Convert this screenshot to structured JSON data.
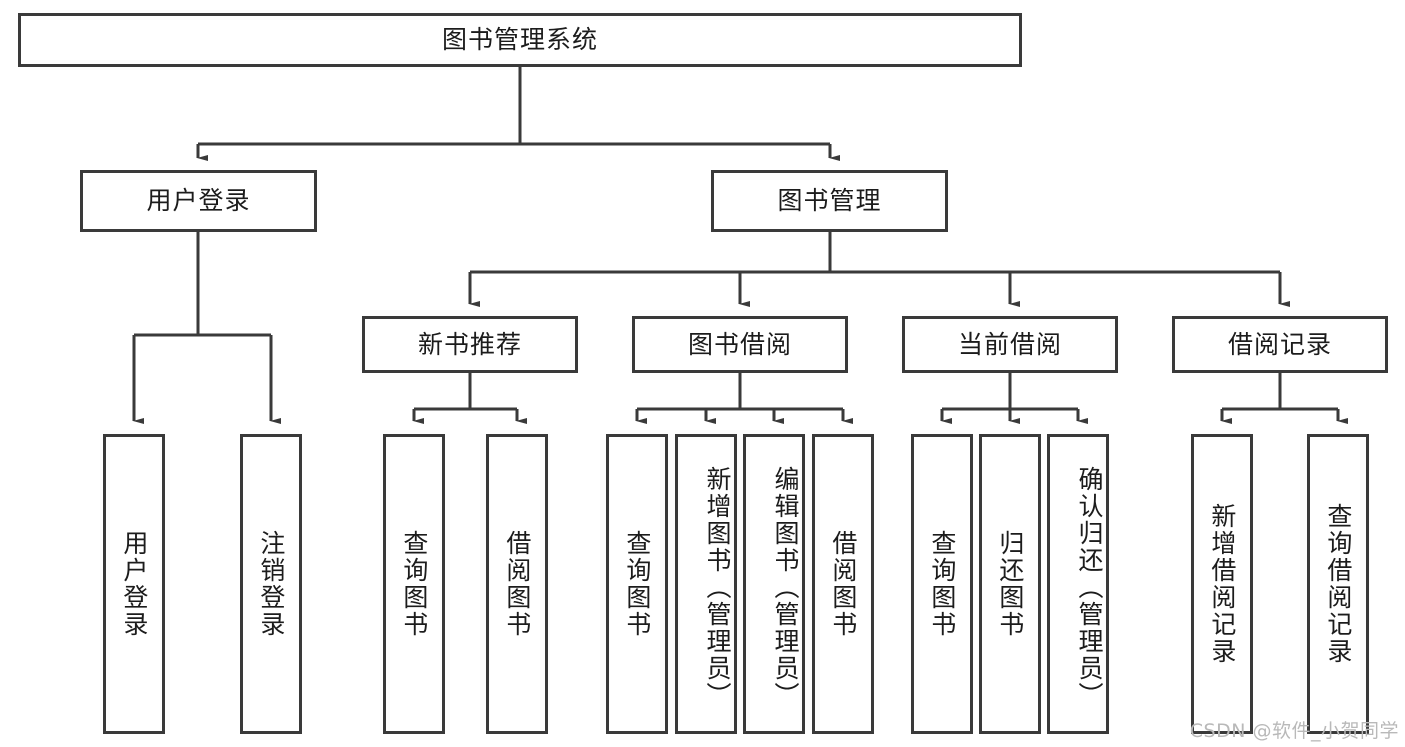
{
  "diagram": {
    "title_node": {
      "label": "图书管理系统"
    },
    "level2": [
      {
        "id": "user-login",
        "label": "用户登录"
      },
      {
        "id": "book-management",
        "label": "图书管理"
      }
    ],
    "level3": [
      {
        "id": "new-book-recommend",
        "label": "新书推荐"
      },
      {
        "id": "book-borrow",
        "label": "图书借阅"
      },
      {
        "id": "current-borrow",
        "label": "当前借阅"
      },
      {
        "id": "borrow-record",
        "label": "借阅记录"
      }
    ],
    "leaves": [
      {
        "id": "leaf-user-login",
        "label": "用户登录",
        "parent": "user-login"
      },
      {
        "id": "leaf-logout-login",
        "label": "注销登录",
        "parent": "user-login"
      },
      {
        "id": "leaf-query-book-1",
        "label": "查询图书",
        "parent": "new-book-recommend"
      },
      {
        "id": "leaf-borrow-book-1",
        "label": "借阅图书",
        "parent": "new-book-recommend"
      },
      {
        "id": "leaf-query-book-2",
        "label": "查询图书",
        "parent": "book-borrow"
      },
      {
        "id": "leaf-add-book",
        "label": "新增图书（管理员）",
        "parent": "book-borrow"
      },
      {
        "id": "leaf-edit-book",
        "label": "编辑图书（管理员）",
        "parent": "book-borrow"
      },
      {
        "id": "leaf-borrow-book-2",
        "label": "借阅图书",
        "parent": "book-borrow"
      },
      {
        "id": "leaf-query-book-3",
        "label": "查询图书",
        "parent": "current-borrow"
      },
      {
        "id": "leaf-return-book",
        "label": "归还图书",
        "parent": "current-borrow"
      },
      {
        "id": "leaf-confirm-return",
        "label": "确认归还（管理员）",
        "parent": "current-borrow"
      },
      {
        "id": "leaf-add-record",
        "label": "新增借阅记录",
        "parent": "borrow-record"
      },
      {
        "id": "leaf-query-record",
        "label": "查询借阅记录",
        "parent": "borrow-record"
      }
    ]
  },
  "watermark": {
    "text": "CSDN @软件_小贺同学"
  },
  "colors": {
    "stroke": "#3a3a3a",
    "text": "#1c1c1c",
    "background": "#ffffff",
    "watermark": "#b9b9b9"
  }
}
